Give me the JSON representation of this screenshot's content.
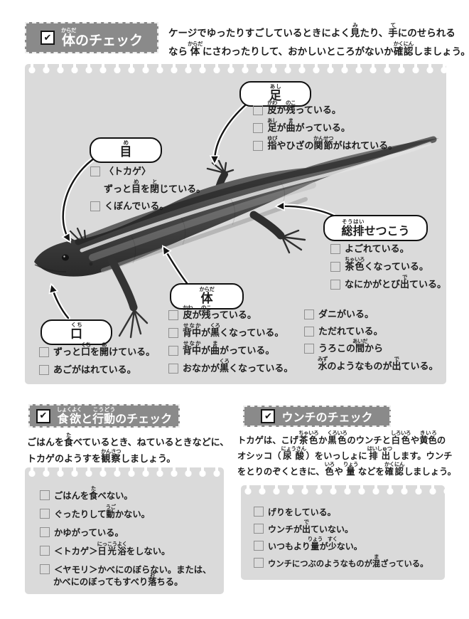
{
  "icons": {
    "check": "✔"
  },
  "colors": {
    "panel_bg": "#dadada",
    "badge_bg": "#8a8a8a",
    "ink": "#1c1c1c"
  },
  "body_check": {
    "badge": "{体|からだ}のチェック",
    "intro": [
      "ケージでゆったりすごしているときによく{見|み}たり、{手|て}にのせられる",
      "なら{体|からだ}にさわったりして、おかしいところがないか{確認|かくにん}しましょう。"
    ],
    "callouts": {
      "foot": {
        "label": "{足|あし}",
        "items": [
          "{皮|かわ}が{残|のこ}っている。",
          "{足|あし}が{曲|ま}がっている。",
          "{指|ゆび}やひざの{関節|かんせつ}がはれている。"
        ]
      },
      "eye": {
        "label": "{目|め}",
        "items": [
          "〈トカゲ〉",
          "ずっと{目|め}を{閉|と}じている。",
          "くぼんでいる。"
        ]
      },
      "vent": {
        "label": "{総排|そうはい}せつこう",
        "items": [
          "よごれている。",
          "{茶色|ちゃいろ}くなっている。",
          "なにかがとび{出|で}ている。"
        ]
      },
      "body": {
        "label": "{体|からだ}",
        "items_left": [
          "{皮|かわ}が{残|のこ}っている。",
          "{背中|せなか}が{黒|くろ}くなっている。",
          "{背中|せなか}が{曲|ま}がっている。",
          "おなかが{黒|くろ}くなっている。"
        ],
        "items_right": [
          "ダニがいる。",
          "ただれている。",
          "うろこの{間|あいだ}から",
          "{水|みず}のようなものが{出|で}ている。"
        ]
      },
      "mouth": {
        "label": "{口|くち}",
        "items": [
          "ずっと{口|くち}を{開|あ}けている。",
          "あごがはれている。"
        ]
      }
    }
  },
  "behavior_check": {
    "badge": "{食欲|しょくよく}と{行動|こうどう}のチェック",
    "intro": [
      "ごはんを{食|た}べているとき、ねているときなどに、",
      "トカゲのようすを{観察|かんさつ}しましょう。"
    ],
    "items": [
      "ごはんを{食|た}べない。",
      "ぐったりして{動|うご}かない。",
      "かゆがっている。",
      "＜トカゲ＞{日光浴|にっこうよく}をしない。",
      "＜ヤモリ＞かべにのぼらない。または、",
      "かべにのぼってもすべり{落|お}ちる。"
    ]
  },
  "poop_check": {
    "badge": "ウンチのチェック",
    "intro": [
      "トカゲは、こげ{茶色|ちゃいろ}か{黒色|くろいろ}のウンチと{白色|しろいろ}や{黄色|きいろ}の",
      "オシッコ（{尿酸|にょうさん}）をいっしょに{排出|はいしゅつ}します。ウンチ",
      "をとりのぞくときに、{色|いろ}や{量|りょう}などを{確認|かくにん}しましょう。"
    ],
    "items": [
      "げりをしている。",
      "ウンチが{出|で}ていない。",
      "いつもより{量|りょう}が{少|すく}ない。",
      "ウンチにつぶのようなものが{混|ま}ざっている。"
    ]
  }
}
